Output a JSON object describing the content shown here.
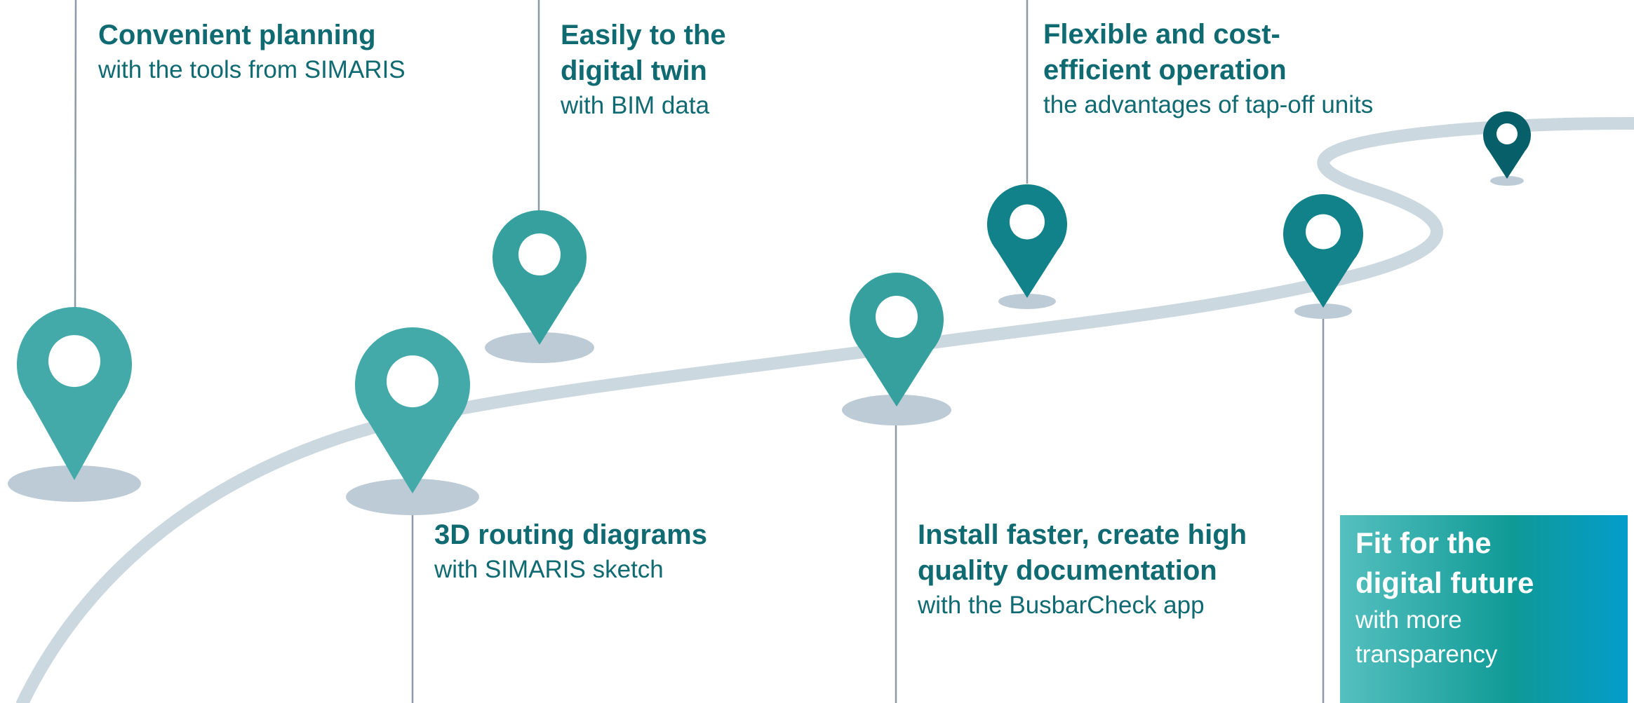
{
  "colors": {
    "road": "#ccd8df",
    "shadow": "#bccbd6",
    "line": "#8d9aa5",
    "text": "#0f6a72",
    "pin_light": "#43aaa9",
    "pin_mid": "#36a09f",
    "pin_dark": "#12828a",
    "pin_darkest": "#065f69",
    "box_start": "#55c0bf",
    "box_mid": "#0f9a96",
    "box_end": "#049ccb"
  },
  "milestones": [
    {
      "title": "Convenient planning",
      "subtitle": "with the tools from SIMARIS"
    },
    {
      "title": "3D routing diagrams",
      "subtitle": "with SIMARIS sketch"
    },
    {
      "title": "Easily to the\ndigital twin",
      "subtitle": "with BIM data"
    },
    {
      "title": "Install faster, create high\nquality documentation",
      "subtitle": "with the BusbarCheck app"
    },
    {
      "title": "Flexible and cost-\nefficient operation",
      "subtitle": "the advantages of tap-off units"
    },
    {
      "title": "Fit for the\ndigital future",
      "subtitle": "with more\ntransparency"
    }
  ],
  "pin_icon": "map-pin-icon"
}
